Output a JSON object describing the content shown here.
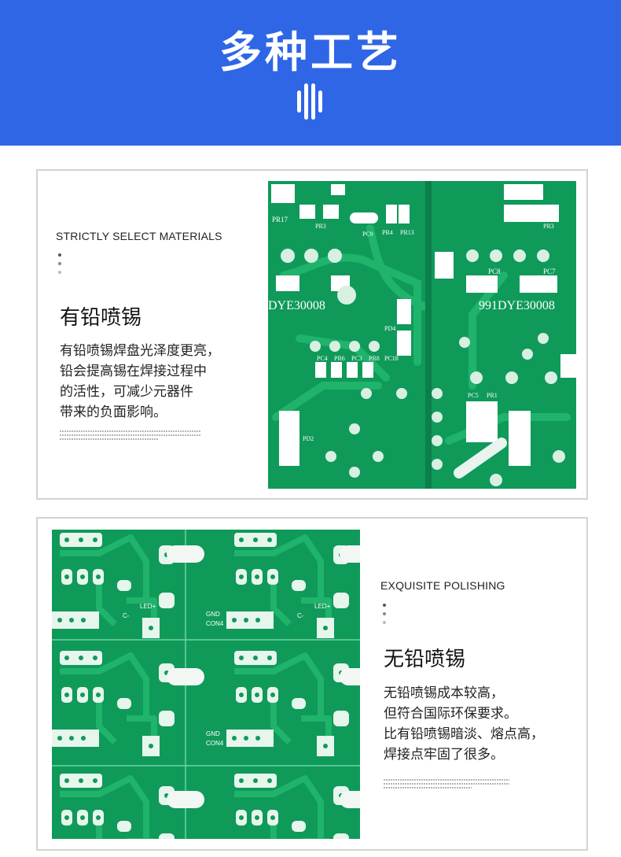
{
  "header": {
    "title": "多种工艺",
    "bg_color": "#2f66e6"
  },
  "section1": {
    "en_title": "STRICTLY SELECT MATERIALS",
    "cn_title": "有铅喷锡",
    "body_lines": [
      "有铅喷锡焊盘光泽度更亮，",
      "铅会提高锡在焊接过程中",
      "的活性，可减少元器件",
      "带来的负面影响。"
    ],
    "photo": {
      "labels": [
        "PR17",
        "PR3",
        "PC9",
        "PR4",
        "PR13",
        "PC8",
        "PC7",
        "DYE30008",
        "991DYE30008",
        "PC4",
        "PR6",
        "PC3",
        "PR8",
        "PC18",
        "PC5",
        "PR1",
        "PD2",
        "PR17",
        "PR3",
        "PD4"
      ]
    }
  },
  "section2": {
    "en_title": "EXQUISITE POLISHING",
    "cn_title": "无铅喷锡",
    "body_lines": [
      "无铅喷锡成本较高，",
      "但符合国际环保要求。",
      "比有铅喷锡暗淡、熔点高，",
      "焊接点牢固了很多。"
    ],
    "photo": {
      "labels": [
        "LED+",
        "C-",
        "GND",
        "CON4",
        "LED+",
        "C-",
        "GND",
        "CON4"
      ]
    }
  },
  "colors": {
    "accent": "#2f66e6",
    "pcb_green": "#0f9a5a",
    "pcb_trace": "#1fb36c",
    "card_border": "#d3d3d3"
  }
}
